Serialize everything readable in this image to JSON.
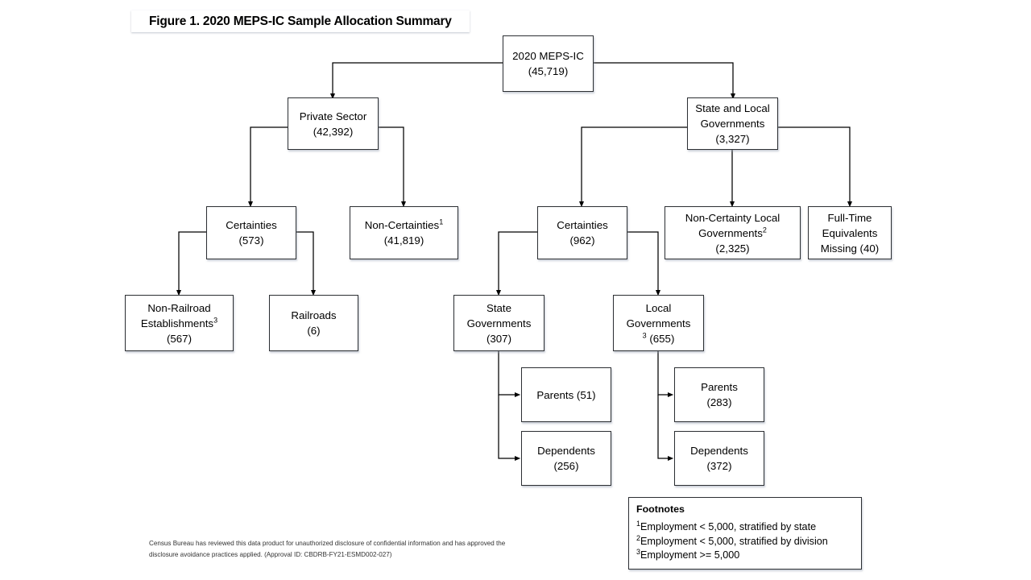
{
  "figure": {
    "title": "Figure 1. 2020 MEPS-IC Sample Allocation Summary"
  },
  "nodes": {
    "root": {
      "line1": "2020 MEPS-IC",
      "line2": "(45,719)"
    },
    "private_sector": {
      "line1": "Private Sector",
      "line2": "(42,392)"
    },
    "state_local_gov": {
      "line1": "State and Local",
      "line2": "Governments",
      "line3": "(3,327)"
    },
    "ps_certainties": {
      "line1": "Certainties",
      "line2": "(573)"
    },
    "ps_non_certainties": {
      "line1": "Non-Certainties",
      "sup1": "1",
      "line2": "(41,819)"
    },
    "non_railroad": {
      "line1": "Non-Railroad",
      "line2": "Establishments",
      "sup2": "3",
      "line3": "(567)"
    },
    "railroads": {
      "line1": "Railroads",
      "line2": "(6)"
    },
    "slg_certainties": {
      "line1": "Certainties",
      "line2": "(962)"
    },
    "non_certainty_local": {
      "line1": "Non-Certainty Local",
      "line2": "Governments",
      "sup2": "2",
      "line3": "(2,325)"
    },
    "fte_missing": {
      "line1": "Full-Time",
      "line2": "Equivalents",
      "line3": "Missing (40)"
    },
    "state_governments": {
      "line1": "State",
      "line2": "Governments",
      "line3": "(307)"
    },
    "local_governments": {
      "line1": "Local",
      "line2": "Governments",
      "sup_pre": "3",
      "line3": "(655)"
    },
    "state_parents": {
      "line1": "Parents (51)"
    },
    "state_dependents": {
      "line1": "Dependents",
      "line2": "(256)"
    },
    "local_parents": {
      "line1": "Parents",
      "line2": "(283)"
    },
    "local_dependents": {
      "line1": "Dependents",
      "line2": "(372)"
    }
  },
  "footnotes": {
    "title": "Footnotes",
    "items": [
      {
        "marker": "1",
        "text": "Employment < 5,000, stratified by state"
      },
      {
        "marker": "2",
        "text": "Employment < 5,000, stratified by division"
      },
      {
        "marker": "3",
        "text": "Employment >= 5,000"
      }
    ]
  },
  "disclaimer": {
    "line1": "Census Bureau has reviewed this data product for unauthorized disclosure of confidential information and has approved the",
    "line2": "disclosure avoidance practices applied.  (Approval ID: CBDRB-FY21-ESMD002-027)"
  },
  "colors": {
    "box_border": "#2c2f33",
    "connector": "#000000",
    "background": "#ffffff"
  }
}
